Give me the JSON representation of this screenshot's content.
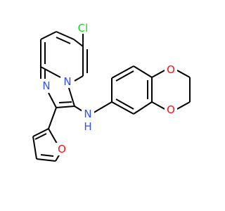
{
  "molecule": {
    "atoms": {
      "cl": "Cl",
      "n_bridge": "N",
      "n_imine": "N",
      "nh_n": "N",
      "nh_h": "H",
      "o_furan": "O",
      "o_upper": "O",
      "o_lower": "O"
    }
  },
  "colors": {
    "bond": "#000000",
    "carbon": "#000000",
    "chlorine": "#1FD01F",
    "nitrogen": "#3050F8",
    "oxygen": "#FF0D0D",
    "background": "#FFFFFF"
  }
}
